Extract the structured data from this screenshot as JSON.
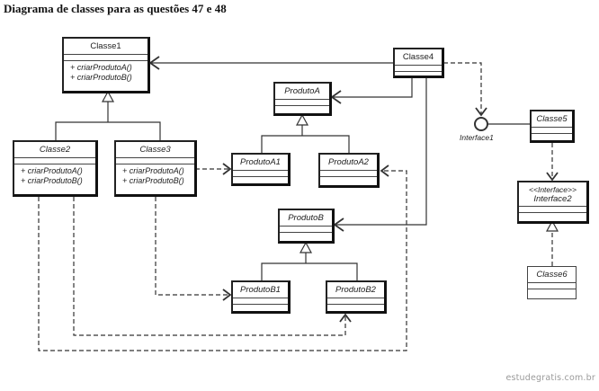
{
  "title": "Diagrama de classes para as questões 47 e 48",
  "watermark": "estudegratis.com.br",
  "classes": {
    "classe1": {
      "name": "Classe1",
      "ops": [
        "+ criarProdutoA()",
        "+ criarProdutoB()"
      ]
    },
    "classe2": {
      "name": "Classe2",
      "ops": [
        "+ criarProdutoA()",
        "+ criarProdutoB()"
      ]
    },
    "classe3": {
      "name": "Classe3",
      "ops": [
        "+ criarProdutoA()",
        "+ criarProdutoB()"
      ]
    },
    "classe4": {
      "name": "Classe4"
    },
    "classe5": {
      "name": "Classe5"
    },
    "classe6": {
      "name": "Classe6"
    },
    "produtoA": {
      "name": "ProdutoA"
    },
    "produtoA1": {
      "name": "ProdutoA1"
    },
    "produtoA2": {
      "name": "ProdutoA2"
    },
    "produtoB": {
      "name": "ProdutoB"
    },
    "produtoB1": {
      "name": "ProdutoB1"
    },
    "produtoB2": {
      "name": "ProdutoB2"
    },
    "interface2": {
      "stereotype": "<<Interface>>",
      "name": "Interface2"
    }
  },
  "interface1": {
    "label": "Interface1"
  },
  "relationships": [
    {
      "from": "Classe4",
      "to": "Classe1",
      "type": "association"
    },
    {
      "from": "Classe4",
      "to": "ProdutoA",
      "type": "association"
    },
    {
      "from": "Classe4",
      "to": "ProdutoB",
      "type": "association"
    },
    {
      "from": "Classe4",
      "to": "Interface1",
      "type": "dependency"
    },
    {
      "from": "Classe5",
      "to": "Interface1",
      "type": "realization-lollipop"
    },
    {
      "from": "Classe5",
      "to": "Interface2",
      "type": "dependency"
    },
    {
      "from": "Classe6",
      "to": "Interface2",
      "type": "realization"
    },
    {
      "from": "Classe2",
      "to": "Classe1",
      "type": "generalization"
    },
    {
      "from": "Classe3",
      "to": "Classe1",
      "type": "generalization"
    },
    {
      "from": "ProdutoA1",
      "to": "ProdutoA",
      "type": "generalization"
    },
    {
      "from": "ProdutoA2",
      "to": "ProdutoA",
      "type": "generalization"
    },
    {
      "from": "ProdutoB1",
      "to": "ProdutoB",
      "type": "generalization"
    },
    {
      "from": "ProdutoB2",
      "to": "ProdutoB",
      "type": "generalization"
    },
    {
      "from": "Classe3",
      "to": "ProdutoA1",
      "type": "dependency"
    },
    {
      "from": "Classe3",
      "to": "ProdutoB1",
      "type": "dependency"
    },
    {
      "from": "Classe2",
      "to": "ProdutoA2",
      "type": "dependency"
    },
    {
      "from": "Classe2",
      "to": "ProdutoB2",
      "type": "dependency"
    }
  ]
}
